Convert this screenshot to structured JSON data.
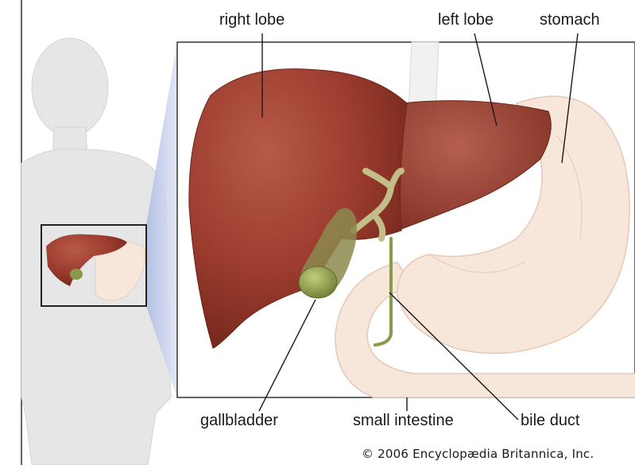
{
  "labels": {
    "right_lobe": "right lobe",
    "left_lobe": "left lobe",
    "stomach": "stomach",
    "gallbladder": "gallbladder",
    "small_intestine": "small intestine",
    "bile_duct": "bile duct"
  },
  "copyright": "© 2006 Encyclopædia Britannica, Inc.",
  "colors": {
    "liver": "#9a3b2e",
    "liver_dark": "#6e2419",
    "gallbladder": "#8a9a4a",
    "stomach": "#f7e6da",
    "body_silhouette": "#e6e6e6",
    "zoom_wedge": "#c9d2ee"
  }
}
